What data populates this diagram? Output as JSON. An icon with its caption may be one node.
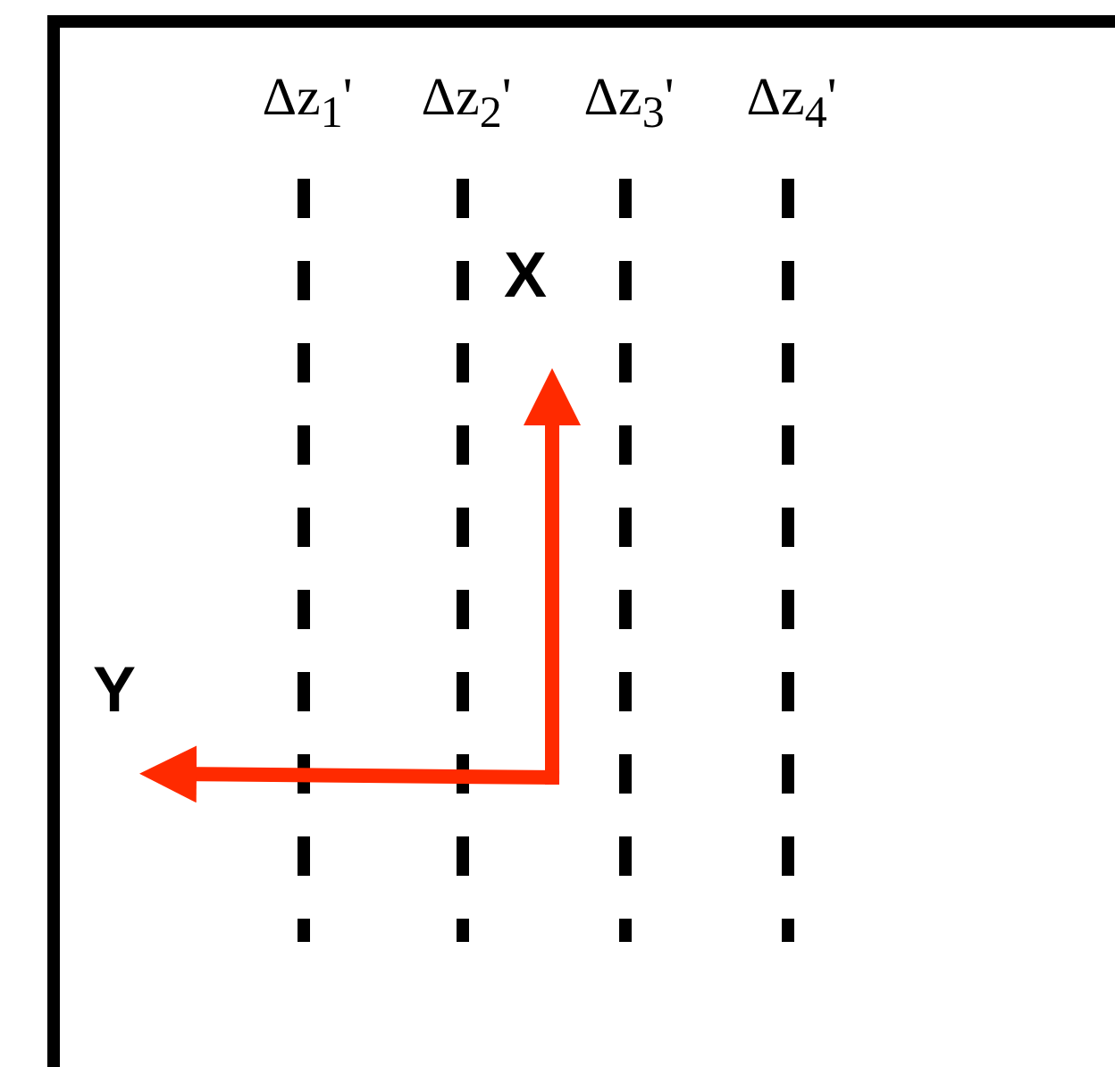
{
  "diagram": {
    "labels": [
      "Δz$_{1}$'",
      "Δz$_{2}$'",
      "Δz$_{3}$'",
      "Δz$_{4}$'",
      "X",
      "Y"
    ]
  }
}
